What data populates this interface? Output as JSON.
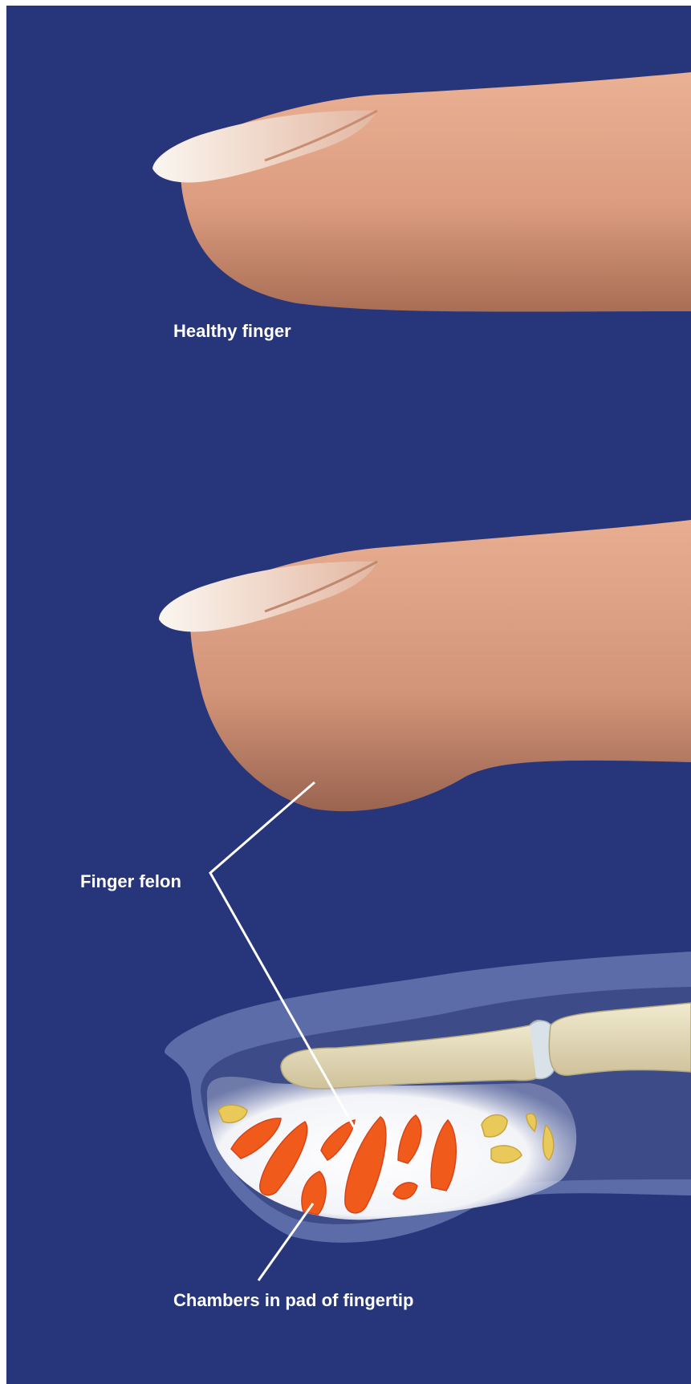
{
  "labels": {
    "healthy": "Healthy finger",
    "felon": "Finger felon",
    "chambers": "Chambers in pad of fingertip"
  },
  "colors": {
    "background": "#27367a",
    "skin": "#e6a88b",
    "skin_shadow": "#9c6650",
    "nail": "#f3e6dc",
    "bone": "#e3d8b4",
    "chamber": "#f05a1a",
    "fat": "#e8c95a",
    "leader_line": "#ffffff"
  }
}
